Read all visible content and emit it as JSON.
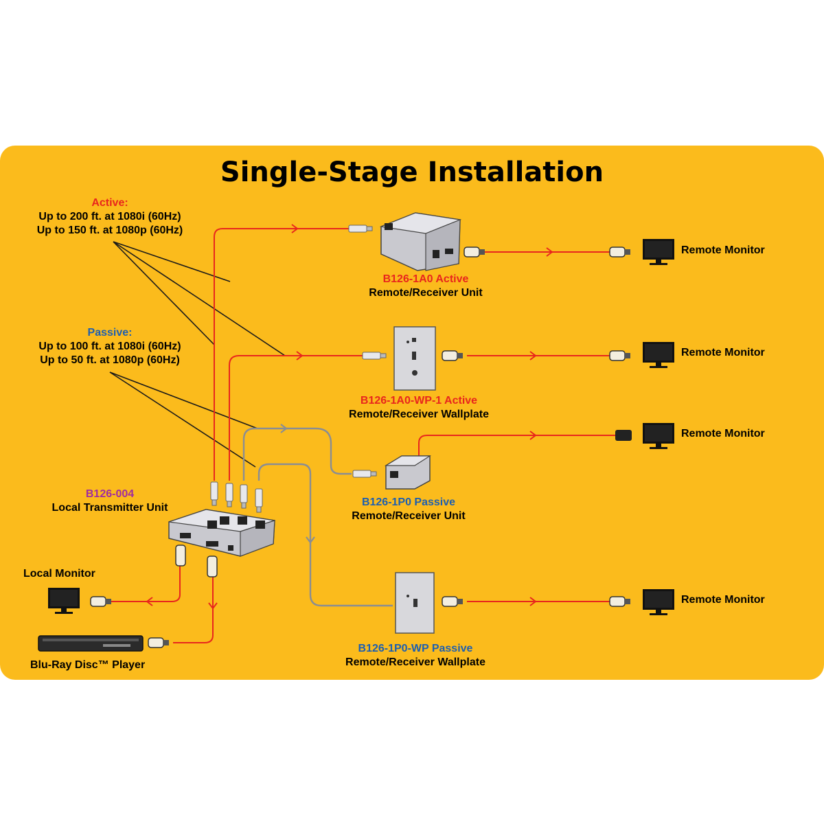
{
  "title": "Single-Stage Installation",
  "active_note": {
    "heading": "Active:",
    "line1": "Up to 200 ft. at 1080i (60Hz)",
    "line2": "Up to 150 ft. at 1080p (60Hz)"
  },
  "passive_note": {
    "heading": "Passive:",
    "line1": "Up to 100 ft. at 1080i (60Hz)",
    "line2": "Up to 50 ft. at 1080p (60Hz)"
  },
  "devices": {
    "active_unit": {
      "model": "B126-1A0 Active",
      "desc": "Remote/Receiver Unit"
    },
    "active_wallplate": {
      "model": "B126-1A0-WP-1 Active",
      "desc": "Remote/Receiver Wallplate"
    },
    "passive_unit": {
      "model": "B126-1P0 Passive",
      "desc": "Remote/Receiver Unit"
    },
    "passive_wallplate": {
      "model": "B126-1P0-WP Passive",
      "desc": "Remote/Receiver Wallplate"
    },
    "transmitter": {
      "model": "B126-004",
      "desc": "Local Transmitter Unit"
    },
    "local_monitor": "Local Monitor",
    "bluray": "Blu-Ray Disc™ Player"
  },
  "remote_monitors": [
    "Remote Monitor",
    "Remote Monitor",
    "Remote Monitor",
    "Remote Monitor"
  ],
  "colors": {
    "background": "#fbbb1c",
    "active_cable": "#e8261d",
    "passive_cable": "#8a8d93",
    "active_text": "#e8261d",
    "passive_text": "#1d5fb0",
    "transmitter_text": "#a02ca0"
  }
}
